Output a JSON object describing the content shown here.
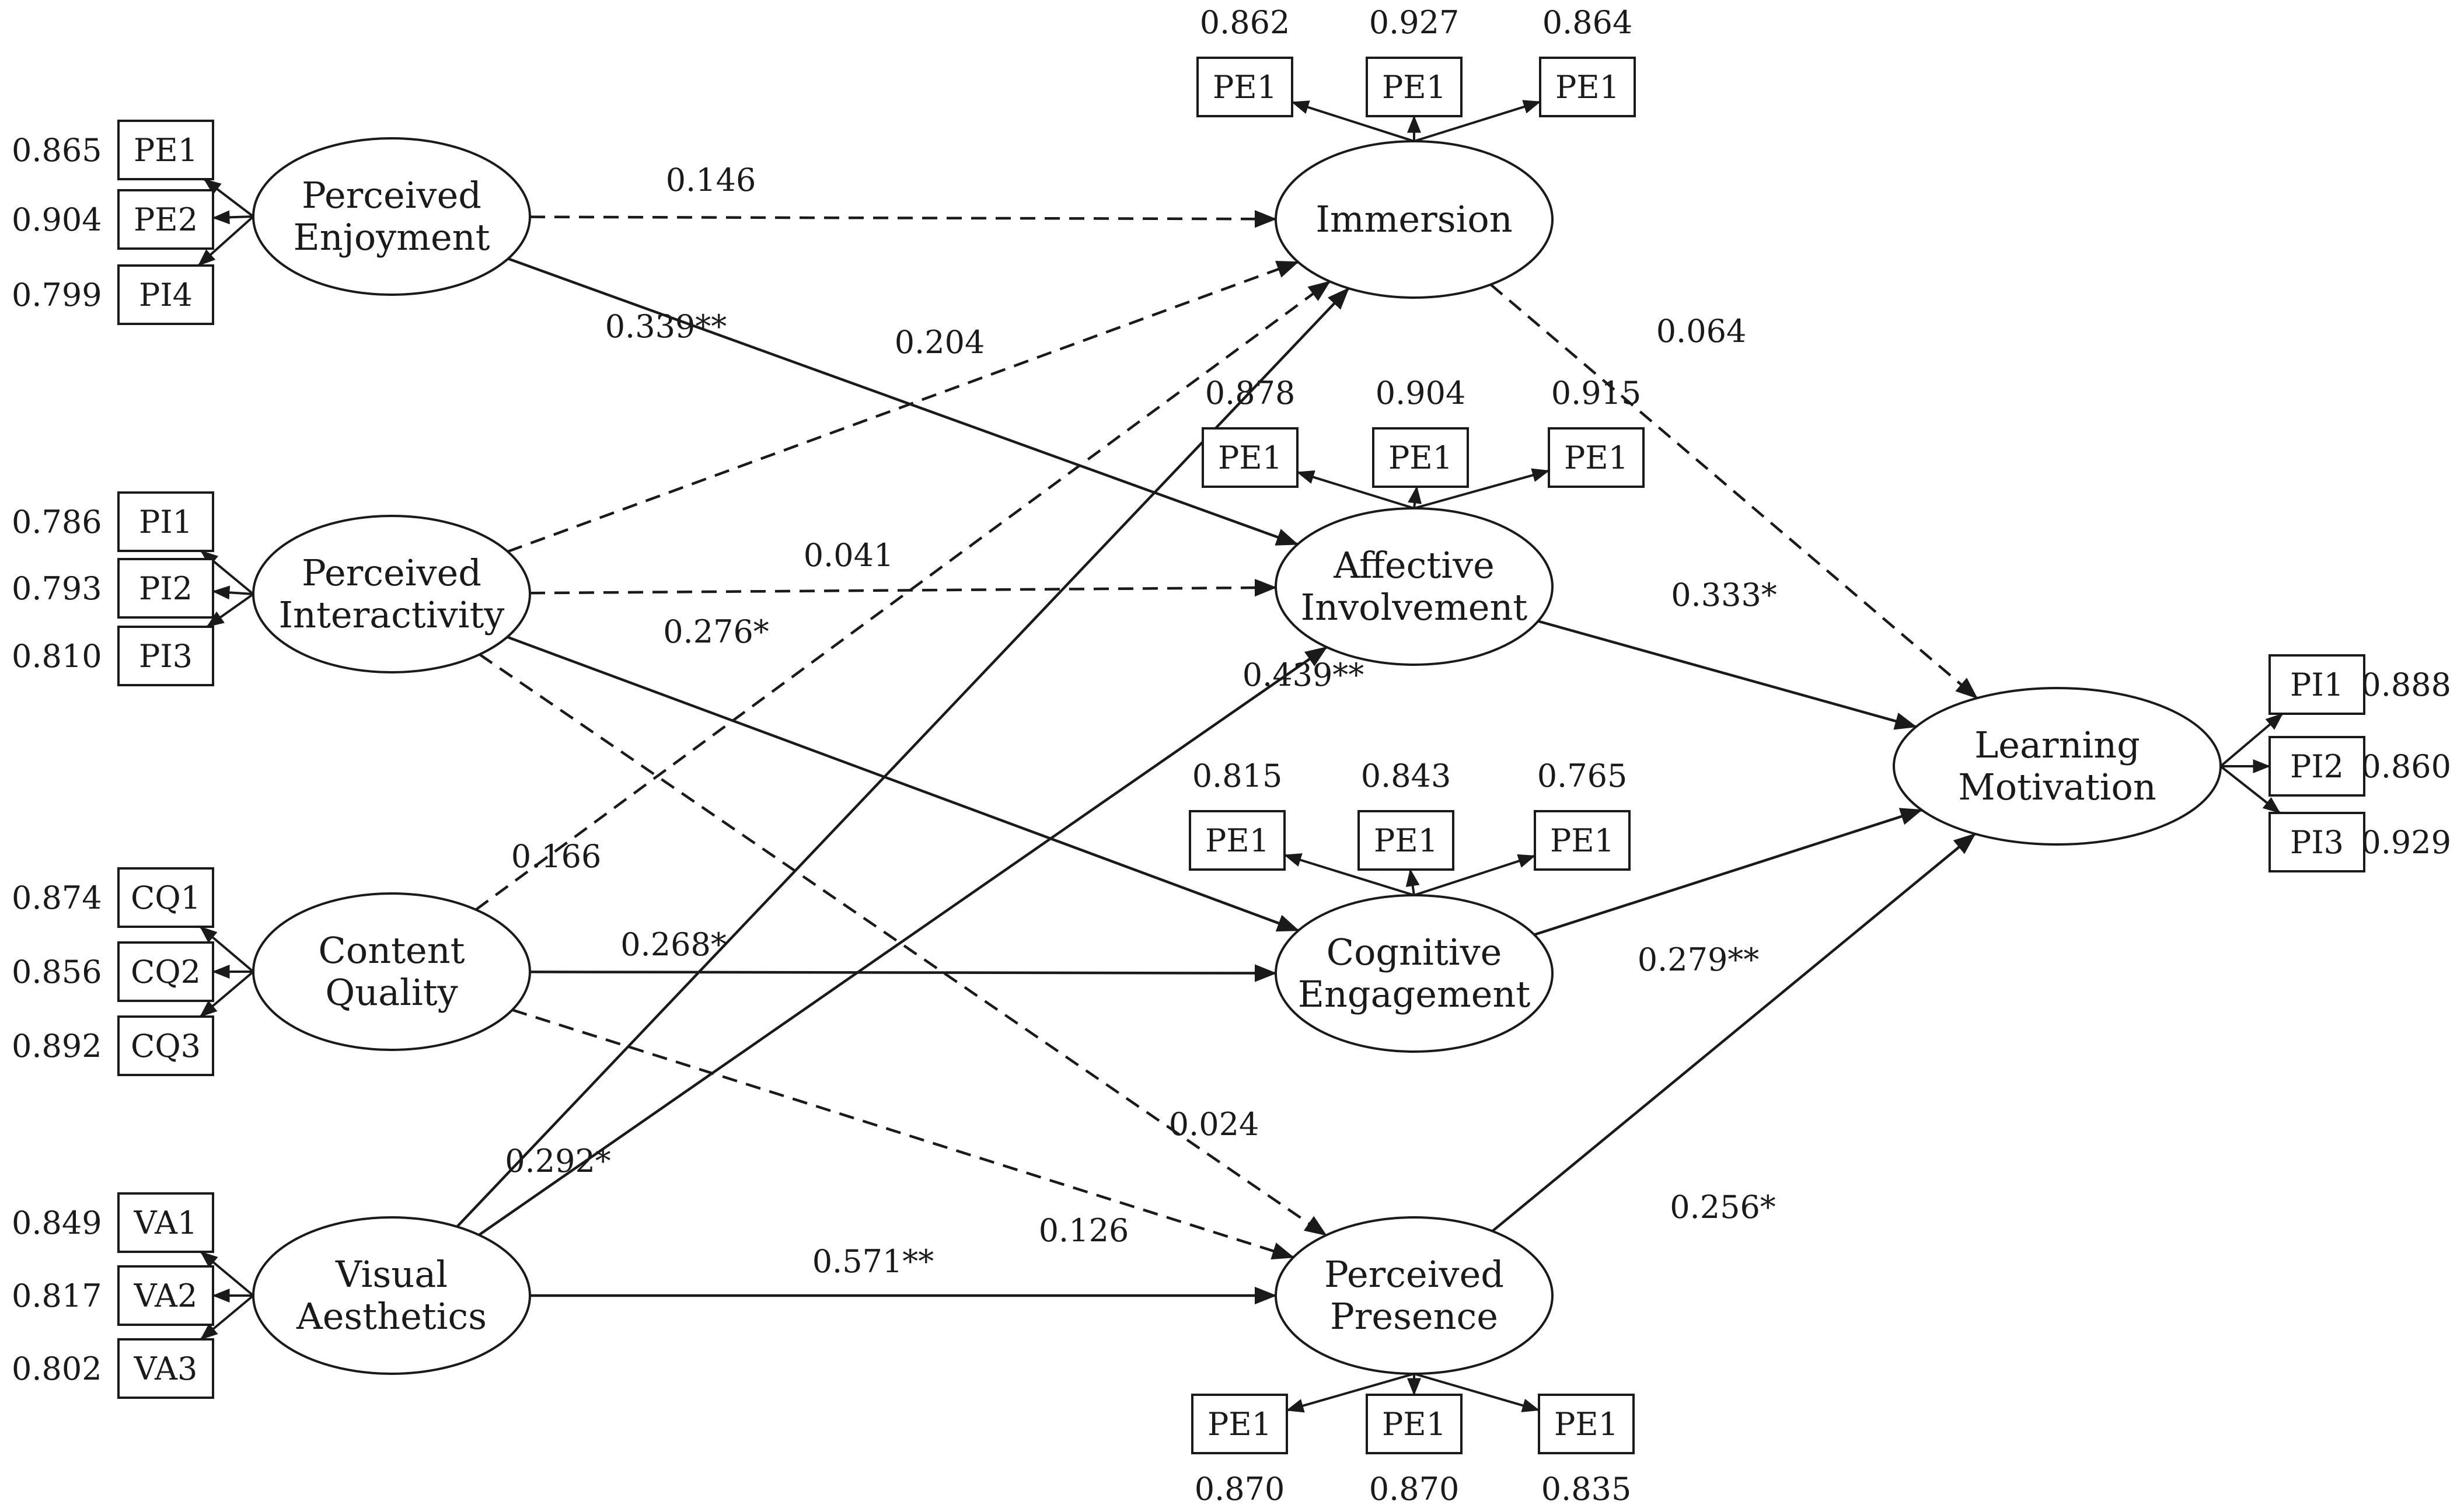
{
  "constructs": {
    "pe": {
      "lines": [
        "Perceived",
        "Enjoyment"
      ]
    },
    "pi": {
      "lines": [
        "Perceived",
        "Interactivity"
      ]
    },
    "cq": {
      "lines": [
        "Content",
        "Quality"
      ]
    },
    "va": {
      "lines": [
        "Visual",
        "Aesthetics"
      ]
    },
    "im": {
      "lines": [
        "Immersion"
      ]
    },
    "ai": {
      "lines": [
        "Affective",
        "Involvement"
      ]
    },
    "ce": {
      "lines": [
        "Cognitive",
        "Engagement"
      ]
    },
    "pp": {
      "lines": [
        "Perceived",
        "Presence"
      ]
    },
    "lm": {
      "lines": [
        "Learning",
        "Motivation"
      ]
    }
  },
  "indicators": {
    "pe": [
      {
        "label": "PE1",
        "loading": "0.865"
      },
      {
        "label": "PE2",
        "loading": "0.904"
      },
      {
        "label": "PI4",
        "loading": "0.799"
      }
    ],
    "pi": [
      {
        "label": "PI1",
        "loading": "0.786"
      },
      {
        "label": "PI2",
        "loading": "0.793"
      },
      {
        "label": "PI3",
        "loading": "0.810"
      }
    ],
    "cq": [
      {
        "label": "CQ1",
        "loading": "0.874"
      },
      {
        "label": "CQ2",
        "loading": "0.856"
      },
      {
        "label": "CQ3",
        "loading": "0.892"
      }
    ],
    "va": [
      {
        "label": "VA1",
        "loading": "0.849"
      },
      {
        "label": "VA2",
        "loading": "0.817"
      },
      {
        "label": "VA3",
        "loading": "0.802"
      }
    ],
    "im": [
      {
        "label": "PE1",
        "loading": "0.862"
      },
      {
        "label": "PE1",
        "loading": "0.927"
      },
      {
        "label": "PE1",
        "loading": "0.864"
      }
    ],
    "ai": [
      {
        "label": "PE1",
        "loading": "0.878"
      },
      {
        "label": "PE1",
        "loading": "0.904"
      },
      {
        "label": "PE1",
        "loading": "0.915"
      }
    ],
    "ce": [
      {
        "label": "PE1",
        "loading": "0.815"
      },
      {
        "label": "PE1",
        "loading": "0.843"
      },
      {
        "label": "PE1",
        "loading": "0.765"
      }
    ],
    "pp": [
      {
        "label": "PE1",
        "loading": "0.870"
      },
      {
        "label": "PE1",
        "loading": "0.870"
      },
      {
        "label": "PE1",
        "loading": "0.835"
      }
    ],
    "lm": [
      {
        "label": "PI1",
        "loading": "0.888"
      },
      {
        "label": "PI2",
        "loading": "0.860"
      },
      {
        "label": "PI3",
        "loading": "0.929"
      }
    ]
  },
  "paths": [
    {
      "from": "pe",
      "to": "im",
      "coef": "0.146",
      "significant": false
    },
    {
      "from": "pe",
      "to": "ai",
      "coef": "0.339**",
      "significant": true
    },
    {
      "from": "pi",
      "to": "im",
      "coef": "0.204",
      "significant": false
    },
    {
      "from": "pi",
      "to": "ai",
      "coef": "0.041",
      "significant": false
    },
    {
      "from": "pi",
      "to": "ce",
      "coef": "0.276*",
      "significant": true
    },
    {
      "from": "pi",
      "to": "pp",
      "coef": "0.024",
      "significant": false
    },
    {
      "from": "cq",
      "to": "im",
      "coef": "0.166",
      "significant": false
    },
    {
      "from": "cq",
      "to": "ce",
      "coef": "0.268*",
      "significant": true
    },
    {
      "from": "cq",
      "to": "pp",
      "coef": "0.126",
      "significant": false
    },
    {
      "from": "va",
      "to": "im",
      "coef": "0.292*",
      "significant": true
    },
    {
      "from": "va",
      "to": "ai",
      "coef": "0.439**",
      "significant": true
    },
    {
      "from": "va",
      "to": "pp",
      "coef": "0.571**",
      "significant": true
    },
    {
      "from": "im",
      "to": "lm",
      "coef": "0.064",
      "significant": false
    },
    {
      "from": "ai",
      "to": "lm",
      "coef": "0.333*",
      "significant": true
    },
    {
      "from": "ce",
      "to": "lm",
      "coef": "0.279**",
      "significant": true
    },
    {
      "from": "pp",
      "to": "lm",
      "coef": "0.256*",
      "significant": true
    }
  ]
}
